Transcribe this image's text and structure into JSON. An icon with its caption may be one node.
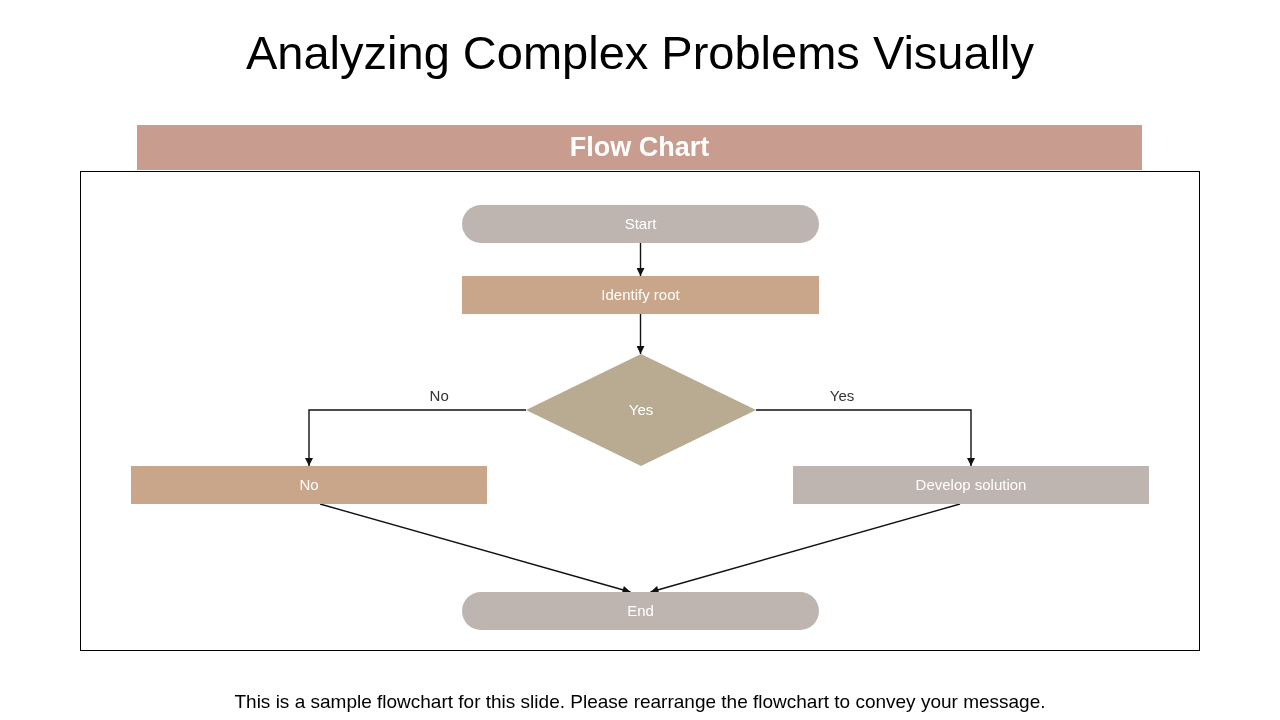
{
  "diagram": {
    "title": "Analyzing Complex Problems Visually",
    "caption": "This is a sample flowchart for this slide. Please rearrange the flowchart to convey your message.",
    "nodes": [
      {
        "text": [
          "Flow Chart"
        ]
      },
      {
        "text": [
          "Start"
        ]
      },
      {
        "text": [
          "Identify root"
        ]
      },
      {
        "text": [
          "Yes"
        ]
      },
      {
        "text": [
          "No"
        ]
      },
      {
        "text": [
          "Develop solution"
        ]
      },
      {
        "text": [
          "End"
        ]
      }
    ],
    "edges": [
      {
        "from": 1,
        "to": 2,
        "arrow": "to"
      },
      {
        "from": 2,
        "to": 3,
        "arrow": "to"
      },
      {
        "from": 3,
        "to": 4,
        "arrow": "to",
        "label": "No"
      },
      {
        "from": 3,
        "to": 5,
        "arrow": "to",
        "label": "Yes"
      },
      {
        "from": 4,
        "to": 6,
        "arrow": "to"
      },
      {
        "from": 5,
        "to": 6,
        "arrow": "to"
      }
    ]
  }
}
